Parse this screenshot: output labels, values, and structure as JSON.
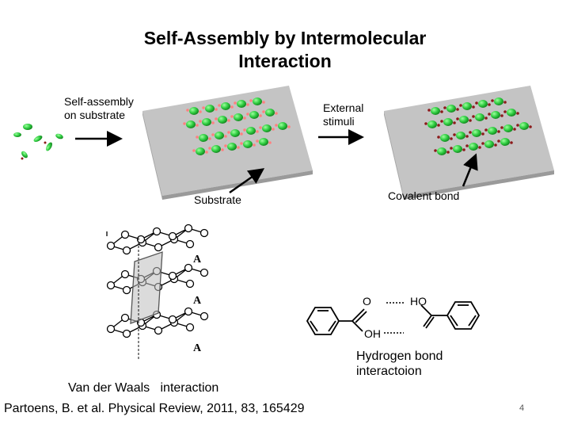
{
  "slide": {
    "title_line1": "Self-Assembly by Intermolecular",
    "title_line2": "Interaction",
    "label_self_assembly_1": "Self-assembly",
    "label_self_assembly_2": "on substrate",
    "label_external_1": "External",
    "label_external_2": "stimuli",
    "label_substrate": "Substrate",
    "label_covalent": "Covalent bond",
    "label_hbond_1": "Hydrogen bond",
    "label_hbond_2": "interactoion",
    "label_vdw": "Van der Waals   interaction",
    "citation": "Partoens, B. et al. Physical Review, 2011, 83, 165429",
    "page_number": "4",
    "graphite_layer_label": "A",
    "chem_O": "O",
    "chem_OH": "OH",
    "chem_HO": "HO"
  },
  "colors": {
    "molecule": "#2ecc40",
    "substrate": "#c4c4c4",
    "bond_red": "#8b1a1a"
  }
}
